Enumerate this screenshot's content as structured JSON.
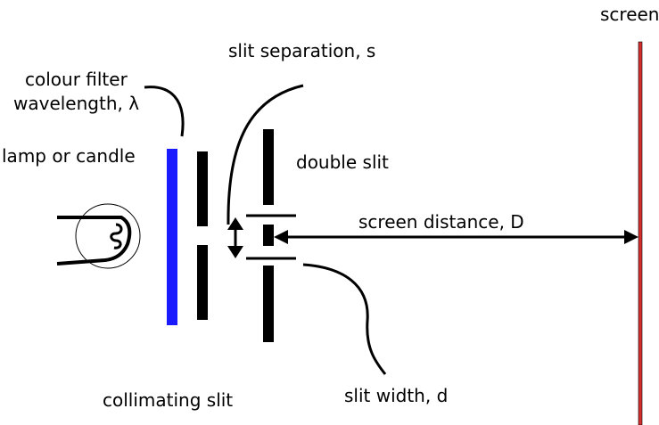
{
  "labels": {
    "screen": "screen",
    "slit_separation": "slit separation, s",
    "colour_filter_line1": "colour filter",
    "colour_filter_line2": "wavelength, λ",
    "lamp": "lamp or candle",
    "double_slit": "double slit",
    "screen_distance": "screen distance, D",
    "collimating_slit": "collimating slit",
    "slit_width": "slit width, d"
  },
  "colors": {
    "filter": "#1a1aff",
    "screen": "#d32f2f",
    "ink": "#000000"
  },
  "icons": {
    "lamp": "candle-flame-icon"
  }
}
